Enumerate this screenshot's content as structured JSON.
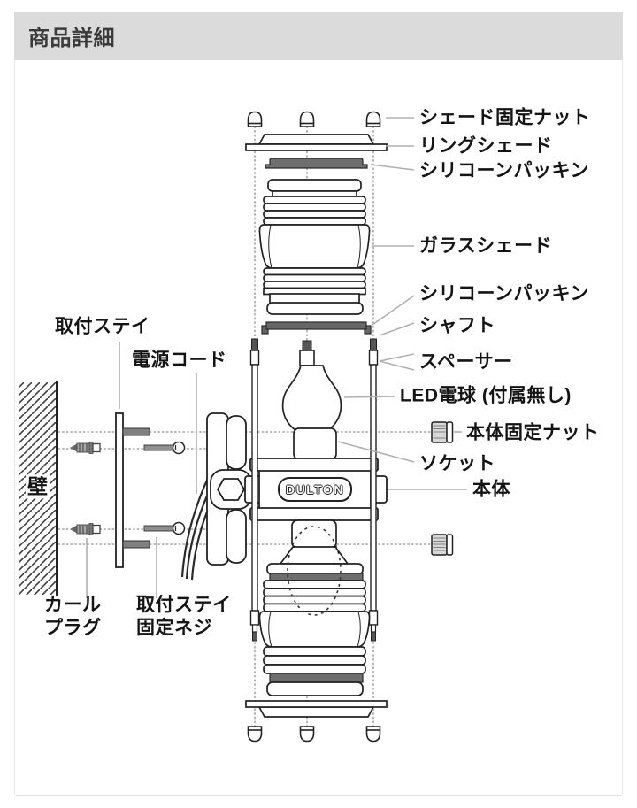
{
  "header": {
    "title": "商品詳細"
  },
  "diagram": {
    "brand_badge": "DULTON",
    "right_labels": {
      "shade_nut": "シェード固定ナット",
      "ring_shade": "リングシェード",
      "silicone_packing_top": "シリコーンパッキン",
      "glass_shade": "ガラスシェード",
      "silicone_packing_mid": "シリコーンパッキン",
      "shaft": "シャフト",
      "spacer": "スペーサー",
      "led_bulb": "LED電球 (付属無し)",
      "body_nut": "本体固定ナット",
      "socket": "ソケット",
      "body": "本体"
    },
    "left_labels": {
      "stay": "取付ステイ",
      "power_cord": "電源コード",
      "wall": "壁",
      "curl_plug": "カール\nプラグ",
      "stay_screw": "取付ステイ\n固定ネジ"
    }
  }
}
